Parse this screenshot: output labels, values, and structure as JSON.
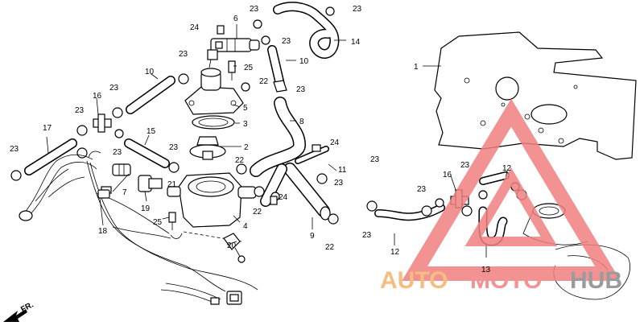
{
  "callouts": {
    "c1": "1",
    "c2": "2",
    "c3": "3",
    "c4": "4",
    "c5": "5",
    "c6": "6",
    "c7": "7",
    "c8": "8",
    "c9": "9",
    "c10a": "10",
    "c10b": "10",
    "c11": "11",
    "c12a": "12",
    "c12b": "12",
    "c13": "13",
    "c14": "14",
    "c15": "15",
    "c16a": "16",
    "c16b": "16",
    "c17": "17",
    "c18": "18",
    "c19": "19",
    "c20": "20",
    "c21": "21",
    "c22a": "22",
    "c22b": "22",
    "c22c": "22",
    "c22d": "22",
    "c23a": "23",
    "c23b": "23",
    "c23c": "23",
    "c23d": "23",
    "c23e": "23",
    "c23f": "23",
    "c23g": "23",
    "c23h": "23",
    "c23i": "23",
    "c23j": "23",
    "c23k": "23",
    "c23l": "23",
    "c23m": "23",
    "c23n": "23",
    "c23o": "23",
    "c24a": "24",
    "c24b": "24",
    "c24c": "24",
    "c25a": "25",
    "c25b": "25"
  },
  "direction": "FR.",
  "watermark": {
    "part1": "AUTO",
    "part2": "MOTO",
    "part3": "HUB",
    "color_red": "#f08080",
    "color_orange": "#f3b36a",
    "color_grey": "#8a8a8a"
  }
}
